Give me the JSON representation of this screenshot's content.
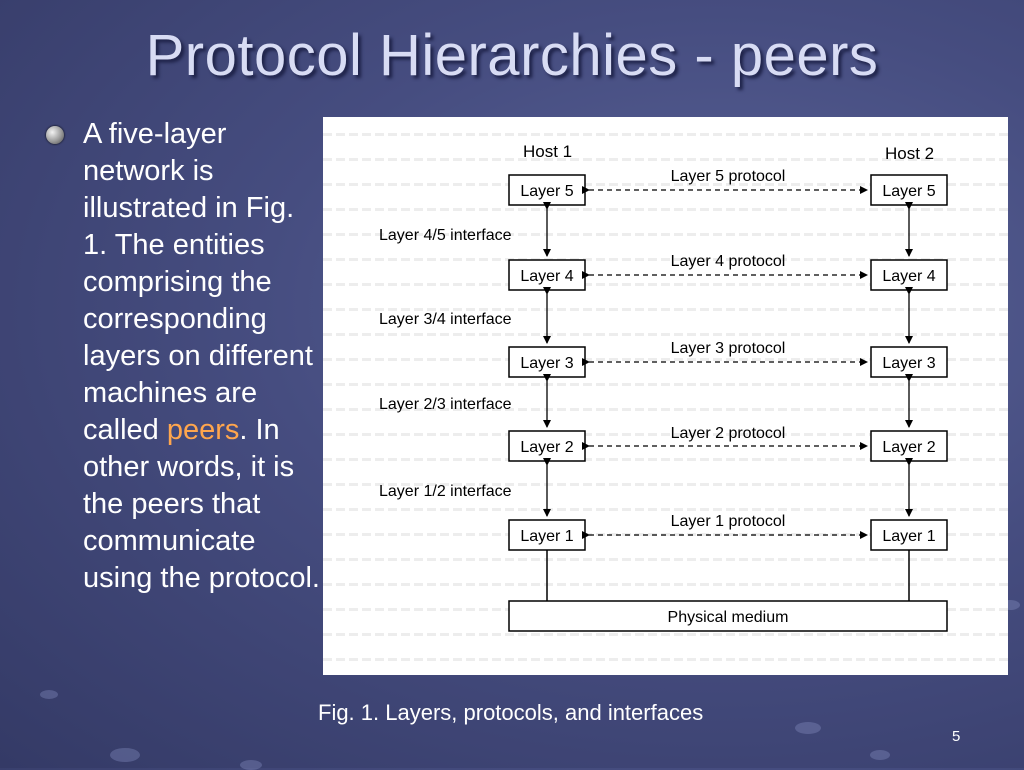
{
  "slide": {
    "title": "Protocol Hierarchies - peers",
    "bullet": {
      "text_before": "A five-layer network is illustrated in Fig. 1. The entities comprising the corresponding layers on different machines are called ",
      "highlight": "peers",
      "text_after": ". In other words, it is the peers that communicate using the protocol."
    },
    "caption": "Fig. 1. Layers, protocols, and interfaces",
    "page_number": "5"
  },
  "diagram": {
    "host1": "Host 1",
    "host2": "Host 2",
    "layers": [
      "Layer 5",
      "Layer 4",
      "Layer 3",
      "Layer 2",
      "Layer 1"
    ],
    "protocols": [
      "Layer 5 protocol",
      "Layer 4 protocol",
      "Layer 3 protocol",
      "Layer 2 protocol",
      "Layer 1 protocol"
    ],
    "interfaces": [
      "Layer 4/5 interface",
      "Layer 3/4 interface",
      "Layer 2/3 interface",
      "Layer 1/2 interface"
    ],
    "medium": "Physical medium"
  },
  "colors": {
    "title": "#d8dcf4",
    "highlight": "#ffa64d",
    "text": "#ffffff"
  }
}
